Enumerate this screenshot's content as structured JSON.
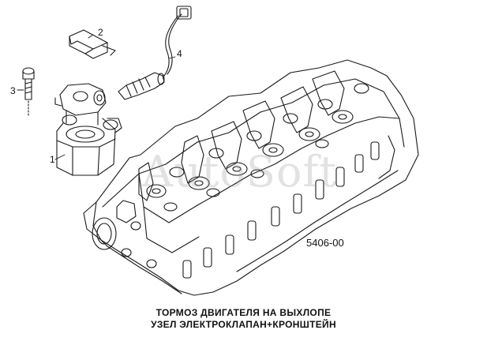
{
  "diagram": {
    "callouts": {
      "c1": "1",
      "c2": "2",
      "c3": "3",
      "c4": "4"
    },
    "code": "5406-00",
    "caption": {
      "line1": "ТОРМОЗ ДВИГАТЕЛЯ НА ВЫХЛОПЕ",
      "line2": "УЗЕЛ ЭЛЕКТРОКЛАПАН+КРОНШТЕЙН"
    },
    "watermark": "AutoSoft"
  }
}
